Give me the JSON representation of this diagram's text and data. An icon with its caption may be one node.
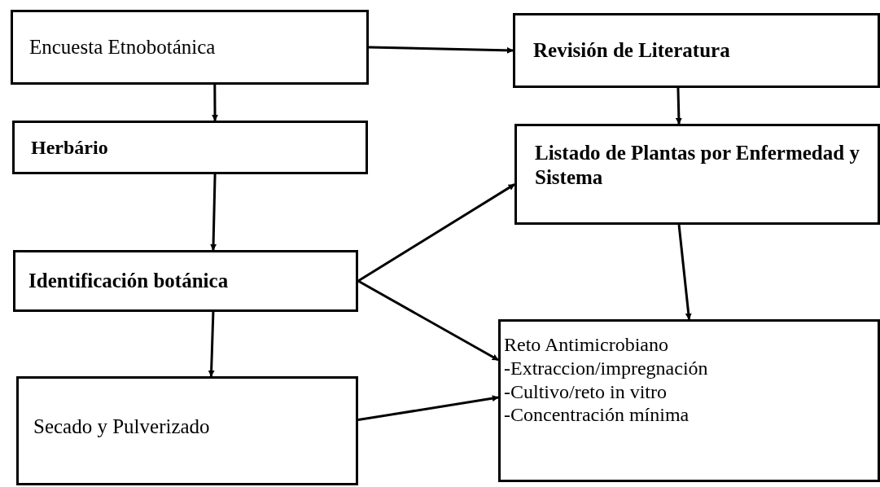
{
  "diagram": {
    "nodes": [
      {
        "text": [
          "Encuesta Etnobotánica"
        ]
      },
      {
        "text": [
          "Revisión de Literatura"
        ]
      },
      {
        "text": [
          "Herbário"
        ]
      },
      {
        "text": [
          "Listado de Plantas por Enfermedad y Sistema"
        ]
      },
      {
        "text": [
          "Identificación botánica"
        ]
      },
      {
        "text": [
          "Reto Antimicrobiano",
          "-Extraccion/impregnación",
          "-Cultivo/reto in vitro",
          "-Concentración mínima"
        ]
      },
      {
        "text": [
          "Secado y Pulverizado"
        ]
      }
    ],
    "edges": [
      {
        "from": 0,
        "to": 2,
        "arrow": "to"
      },
      {
        "from": 0,
        "to": 1,
        "arrow": "to"
      },
      {
        "from": 1,
        "to": 3,
        "arrow": "to"
      },
      {
        "from": 2,
        "to": 4,
        "arrow": "to"
      },
      {
        "from": 4,
        "to": 3,
        "arrow": "to"
      },
      {
        "from": 4,
        "to": 5,
        "arrow": "to"
      },
      {
        "from": 3,
        "to": 5,
        "arrow": "to"
      },
      {
        "from": 4,
        "to": 6,
        "arrow": "to"
      },
      {
        "from": 6,
        "to": 5,
        "arrow": "to"
      }
    ]
  }
}
